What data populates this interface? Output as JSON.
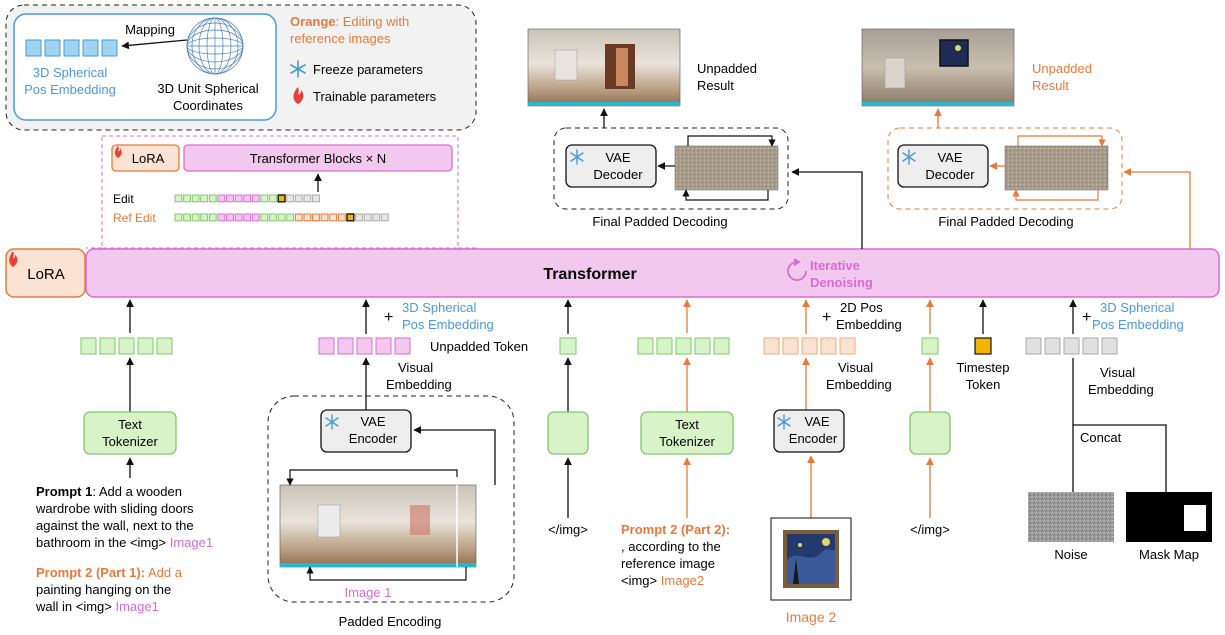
{
  "legend": {
    "mapping": "Mapping",
    "pos_embed_l1": "3D Spherical",
    "pos_embed_l2": "Pos Embedding",
    "coords_l1": "3D Unit Spherical",
    "coords_l2": "Coordinates",
    "orange_bold": "Orange",
    "orange_rest": ": Editing with",
    "orange_l2": "reference images",
    "freeze": "Freeze parameters",
    "trainable": "Trainable parameters"
  },
  "inset": {
    "lora": "LoRA",
    "blocks": "Transformer Blocks × N",
    "edit": "Edit",
    "ref_edit": "Ref Edit"
  },
  "main": {
    "lora": "LoRA",
    "transformer": "Transformer",
    "iterative_l1": "Iterative",
    "iterative_l2": "Denoising"
  },
  "decoding_left": {
    "vae_l1": "VAE",
    "vae_l2": "Decoder",
    "caption": "Final Padded Decoding",
    "result_l1": "Unpadded",
    "result_l2": "Result"
  },
  "decoding_right": {
    "vae_l1": "VAE",
    "vae_l2": "Decoder",
    "caption": "Final Padded Decoding",
    "result_l1": "Unpadded",
    "result_l2": "Result"
  },
  "inputs": {
    "text_tok1_l1": "Text",
    "text_tok1_l2": "Tokenizer",
    "text_tok2_l1": "Text",
    "text_tok2_l2": "Tokenizer",
    "plus_3d_l1": "3D Spherical",
    "plus_3d_l2": "Pos Embedding",
    "unpadded_token": "Unpadded Token",
    "visual_emb1_l1": "Visual",
    "visual_emb1_l2": "Embedding",
    "vae_enc1_l1": "VAE",
    "vae_enc1_l2": "Encoder",
    "image1": "Image 1",
    "padded_encoding": "Padded Encoding",
    "img_end1": "</img>",
    "img_end2": "</img>",
    "pos2d_l1": "2D Pos",
    "pos2d_l2": "Embedding",
    "visual_emb2_l1": "Visual",
    "visual_emb2_l2": "Embedding",
    "vae_enc2_l1": "VAE",
    "vae_enc2_l2": "Encoder",
    "image2": "Image 2",
    "timestep_l1": "Timestep",
    "timestep_l2": "Token",
    "plus_3d_b_l1": "3D Spherical",
    "plus_3d_b_l2": "Pos Embedding",
    "visual_emb3_l1": "Visual",
    "visual_emb3_l2": "Embedding",
    "concat": "Concat",
    "noise": "Noise",
    "mask_map": "Mask Map"
  },
  "prompts": {
    "p1_bold": "Prompt 1",
    "p1_l1": ": Add a wooden",
    "p1_l2": "wardrobe with sliding doors",
    "p1_l3": "against the wall, next to the",
    "p1_l4": "bathroom in the <img> ",
    "p1_img": "Image1",
    "p2a_bold": "Prompt 2 (Part 1):",
    "p2a_rest": " Add a",
    "p2a_l2": "painting hanging on the",
    "p2a_l3": "wall in  <img> ",
    "p2a_img": "Image1",
    "p2b_bold": "Prompt 2 (Part 2):",
    "p2b_l2": ", according to the",
    "p2b_l3": "reference image",
    "p2b_l4": "<img> ",
    "p2b_img": "Image2"
  },
  "colors": {
    "orange": "#e8793a",
    "pink": "#d96cd0",
    "blue": "#4a9ad6",
    "green_fill": "#d7f3c7",
    "green_stroke": "#7fc86a",
    "transformer_fill": "#f3c8ee"
  }
}
